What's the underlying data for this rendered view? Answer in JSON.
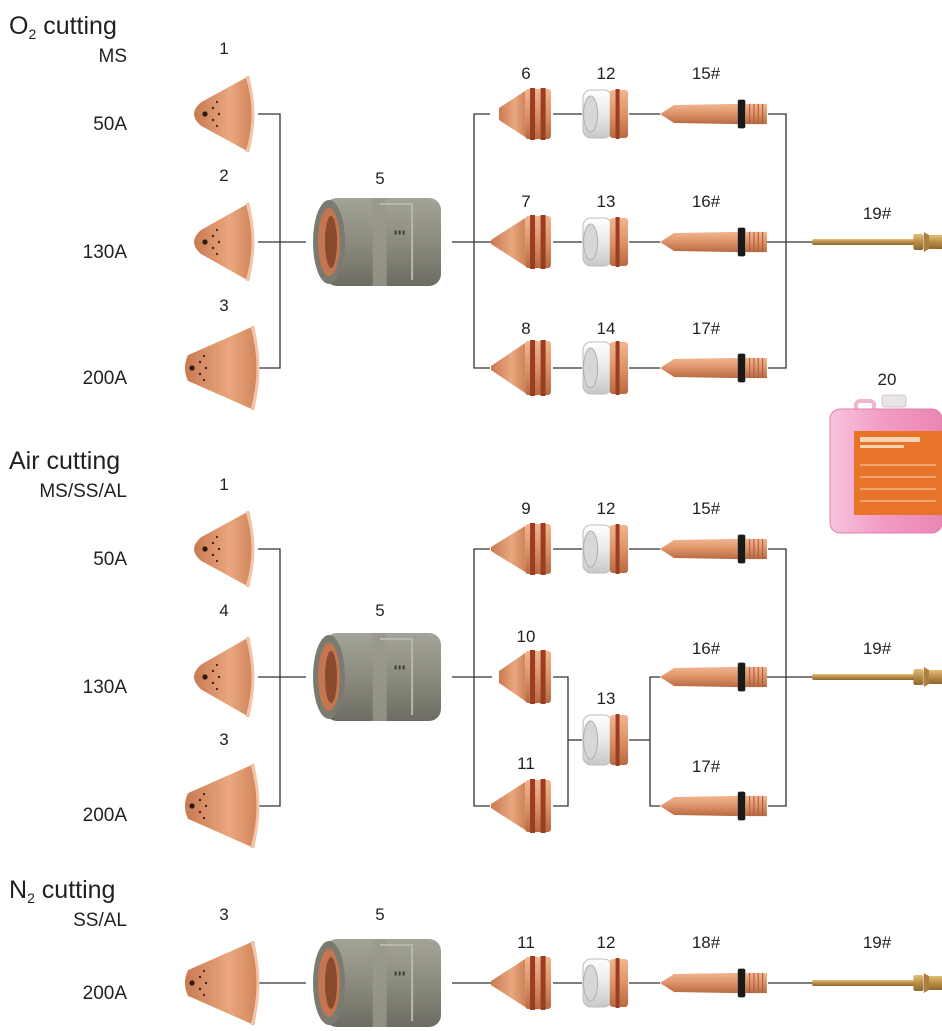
{
  "sections": [
    {
      "gas_prefix": "O",
      "gas_subscript": "2",
      "gas_suffix": " cutting",
      "material": "MS",
      "amperages": [
        "50A",
        "130A",
        "200A"
      ]
    },
    {
      "gas_text": "Air cutting",
      "material": "MS/SS/AL",
      "amperages": [
        "50A",
        "130A",
        "200A"
      ]
    },
    {
      "gas_prefix": "N",
      "gas_subscript": "2",
      "gas_suffix": " cutting",
      "material": "SS/AL",
      "amperages": [
        "200A"
      ]
    }
  ],
  "part_numbers": {
    "o2": [
      "1",
      "2",
      "3",
      "5",
      "6",
      "7",
      "8",
      "12",
      "13",
      "14",
      "15#",
      "16#",
      "17#",
      "19#"
    ],
    "air": [
      "1",
      "4",
      "3",
      "5",
      "9",
      "10",
      "11",
      "12",
      "13",
      "15#",
      "16#",
      "17#",
      "19#"
    ],
    "n2": [
      "3",
      "5",
      "11",
      "12",
      "18#",
      "19#"
    ],
    "coolant": "20"
  },
  "icons": {
    "shield_cap": "copper-shield-cap-icon",
    "retaining_cap": "grey-retaining-cap-icon",
    "nozzle": "copper-nozzle-icon",
    "swirl_ring": "white-swirl-ring-icon",
    "electrode": "copper-electrode-icon",
    "cooling_tube": "brass-cooling-tube-icon",
    "coolant_canister": "pink-coolant-canister-icon"
  },
  "colors": {
    "copper": "#d98c62",
    "copper_dark": "#a85a38",
    "grey_cap": "#8a8a7e",
    "brass": "#b98d46",
    "coolant": "#f2a6c8",
    "label_orange": "#e8742a",
    "line": "#333333"
  }
}
